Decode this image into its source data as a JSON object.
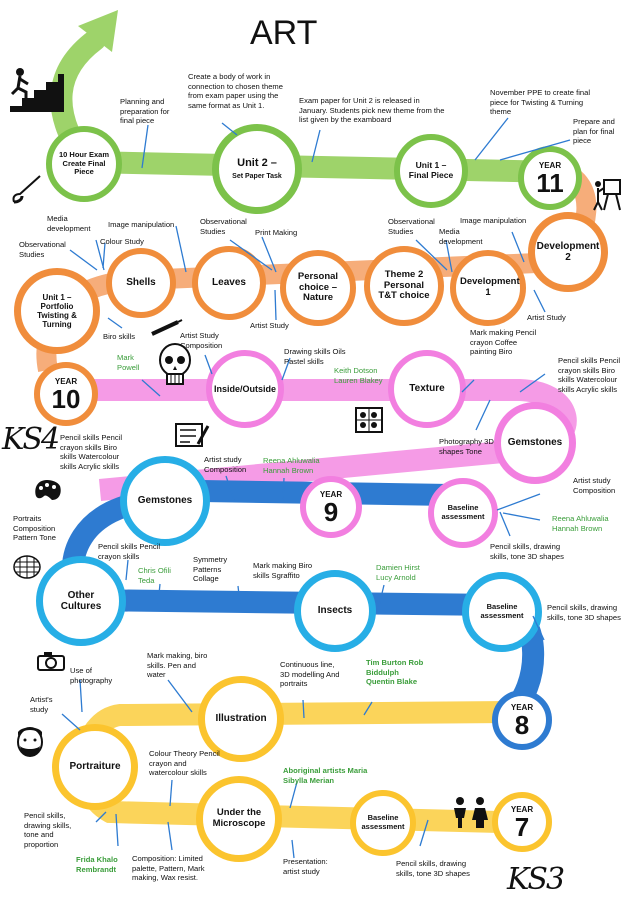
{
  "title": "ART",
  "stage_labels": {
    "ks4": "KS4",
    "ks3": "KS3"
  },
  "colors": {
    "green": "#9ed36a",
    "orange": "#f08d3c",
    "pink": "#f27fe0",
    "blue": "#2e7bd1",
    "yellow": "#fbd45a"
  },
  "years": {
    "y11": {
      "label": "YEAR",
      "num": "11"
    },
    "y10": {
      "label": "YEAR",
      "num": "10"
    },
    "y9": {
      "label": "YEAR",
      "num": "9"
    },
    "y8": {
      "label": "YEAR",
      "num": "8"
    },
    "y7": {
      "label": "YEAR",
      "num": "7"
    }
  },
  "nodes": {
    "exam": {
      "label": "10 Hour Exam Create Final Piece"
    },
    "unit2": {
      "label": "Unit 2 –",
      "sub": "Set Paper Task"
    },
    "unit1final": {
      "label": "Unit 1 – Final Piece"
    },
    "dev2": {
      "label": "Development 2"
    },
    "shells": {
      "label": "Shells"
    },
    "leaves": {
      "label": "Leaves"
    },
    "personal": {
      "label": "Personal choice – Nature"
    },
    "theme2": {
      "label": "Theme 2 Personal T&T choice"
    },
    "dev1": {
      "label": "Development 1"
    },
    "unit1port": {
      "label": "Unit 1 – Portfolio Twisting & Turning"
    },
    "inside": {
      "label": "Inside/Outside"
    },
    "texture": {
      "label": "Texture"
    },
    "gemstones_r": {
      "label": "Gemstones"
    },
    "gemstones_l": {
      "label": "Gemstones"
    },
    "baseline9": {
      "label": "Baseline assessment"
    },
    "other": {
      "label": "Other Cultures"
    },
    "insects": {
      "label": "Insects"
    },
    "baseline8": {
      "label": "Baseline assessment"
    },
    "illustration": {
      "label": "Illustration"
    },
    "portraiture": {
      "label": "Portraiture"
    },
    "microscope": {
      "label": "Under the Microscope"
    },
    "baseline7": {
      "label": "Baseline assessment"
    }
  },
  "notes": {
    "n_plan": "Planning and preparation for final piece",
    "n_body": "Create a body of work in connection to chosen theme from exam paper using the same format as Unit 1.",
    "n_exampaper": "Exam paper for Unit 2 is released in January. Students pick new theme from the list given by the examboard",
    "n_ppe": "November PPE to create final piece for Twisting & Turning theme",
    "n_prepare": "Prepare and plan for final piece",
    "n_media1": "Media development",
    "n_imgmanip1": "Image manipulation",
    "n_obs1": "Observational Studies",
    "n_colour": "Colour Study",
    "n_obs2": "Observational Studies",
    "n_print": "Print Making",
    "n_obs3": "Observational Studies",
    "n_media2": "Media development",
    "n_imgmanip2": "Image manipulation",
    "n_biro": "Biro skills",
    "n_artstudy1": "Artist Study",
    "n_artstudy2": "Artist Study",
    "n_artcomp": "Artist Study Composition",
    "n_drawing": "Drawing skills Oils Pastel skills",
    "n_markmaking1": "Mark making Pencil crayon Coffee painting Biro",
    "n_pencil1": "Pencil skills Pencil crayon skills Biro skills Watercolour skills Acrylic skills",
    "n_pencil2": "Pencil skills Pencil crayon skills Biro skills Watercolour skills Acrylic skills",
    "n_photo": "Photography 3D shapes Tone",
    "n_artcomp2": "Artist study Composition",
    "n_artcomp3": "Artist study Composition",
    "n_portraits": "Portraits Composition Pattern Tone",
    "n_pencil3": "Pencil skills Pencil crayon skills",
    "n_symmetry": "Symmetry Patterns Collage",
    "n_markmaking2": "Mark making Biro skills Sgraffito",
    "n_pdraw9": "Pencil skills, drawing skills, tone 3D shapes",
    "n_pdraw8": "Pencil skills, drawing skills, tone 3D shapes",
    "n_photography": "Use of photography",
    "n_markbiro": "Mark making, biro skills. Pen and water",
    "n_continuous": "Continuous line, 3D modelling And portraits",
    "n_artstudy3": "Artist's study",
    "n_colourtheory": "Colour Theory Pencil crayon and watercolour skills",
    "n_pencil4": "Pencil skills, drawing skills, tone and proportion",
    "n_composition": "Composition: Limited palette, Pattern, Mark making, Wax resist.",
    "n_presentation": "Presentation: artist study",
    "n_pdraw7": "Pencil skills, drawing skills, tone 3D shapes"
  },
  "artists": {
    "a_mark": "Mark Powell",
    "a_keith": "Keith Dotson Lauren Blakey",
    "a_reena1": "Reena Ahluwalia Hannah Brown",
    "a_reena2": "Reena Ahluwalia Hannah Brown",
    "a_chris": "Chris Ofili Teda",
    "a_damien": "Damien Hirst Lucy Arnold",
    "a_tim": "Tim Burton Rob Biddulph Quentin Blake",
    "a_abor": "Aboriginal artists Maria Sibylla Merian",
    "a_frida": "Frida Khalo Rembrandt"
  },
  "icons": [
    "stairs-climber-icon",
    "paintbrush-icon",
    "easel-painter-icon",
    "pencil-icon",
    "skull-icon",
    "textured-square-icon",
    "sketchbook-icon",
    "palette-icon",
    "crosshatch-circle-icon",
    "camera-icon",
    "bearded-face-icon",
    "children-icon"
  ]
}
